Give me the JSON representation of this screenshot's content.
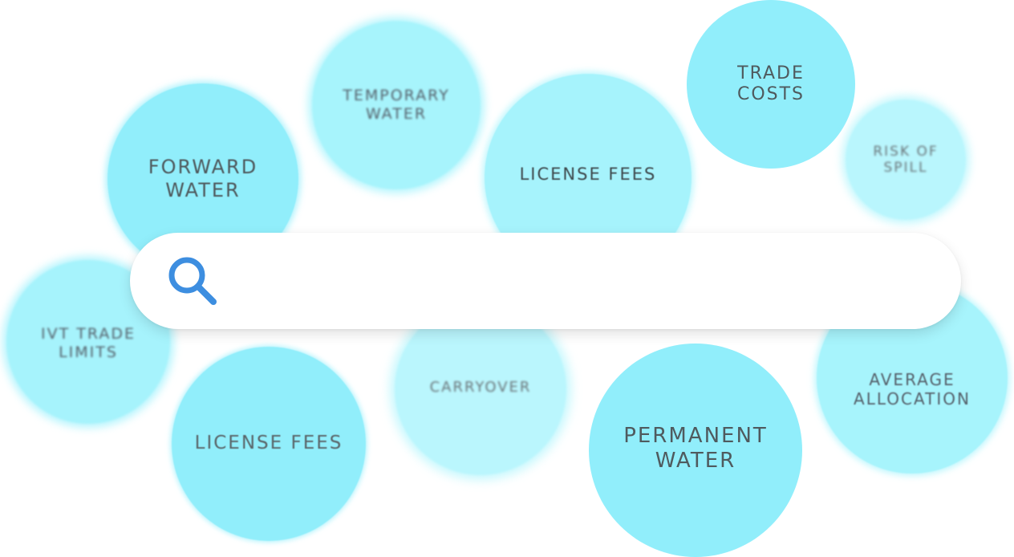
{
  "bubbles": {
    "forward_water": "FORWARD\nWATER",
    "temporary_water": "TEMPORARY\nWATER",
    "license_fees_top": "LICENSE FEES",
    "trade_costs": "TRADE\nCOSTS",
    "risk_of_spill": "RISK OF\nSPILL",
    "ivt_trade_limits": "IVT TRADE\nLIMITS",
    "license_fees_bottom": "LICENSE FEES",
    "carryover": "CARRYOVER",
    "permanent_water": "PERMANENT\nWATER",
    "average_allocation": "AVERAGE\nALLOCATION"
  },
  "search": {
    "icon": "search-icon",
    "icon_color": "#3d8ee0",
    "value": ""
  },
  "colors": {
    "bubble_primary": "#91eefb",
    "bubble_light": "#a7f4fc",
    "bubble_pale": "#baf6fd",
    "label_text": "#4f5a5e"
  }
}
